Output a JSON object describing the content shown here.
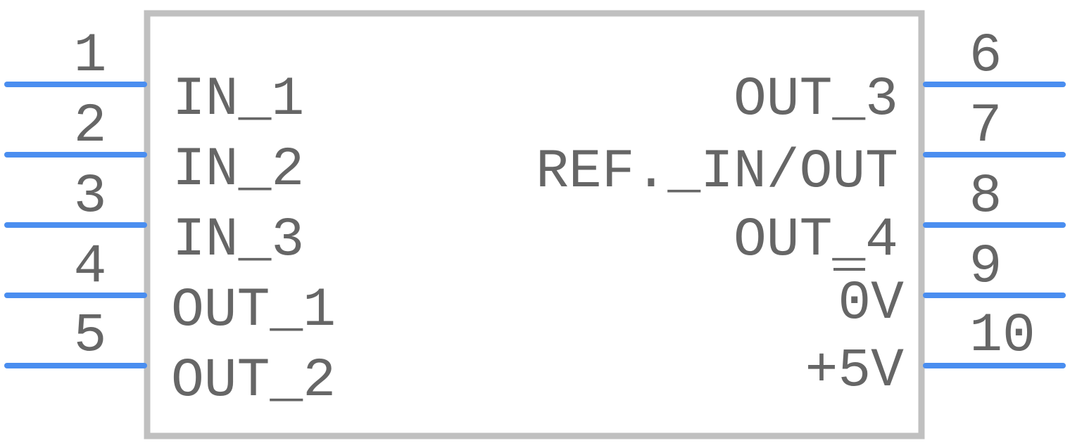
{
  "component": {
    "colors": {
      "pin": "#4a8ef0",
      "body_outline": "#c0c0c0",
      "text": "#666666",
      "background": "#ffffff"
    },
    "left_pins": [
      {
        "number": "1",
        "name": "IN_1"
      },
      {
        "number": "2",
        "name": "IN_2"
      },
      {
        "number": "3",
        "name": "IN_3"
      },
      {
        "number": "4",
        "name": "OUT_1"
      },
      {
        "number": "5",
        "name": "OUT_2"
      }
    ],
    "right_pins": [
      {
        "number": "6",
        "name": "OUT_3"
      },
      {
        "number": "7",
        "name": "REF._IN/OUT"
      },
      {
        "number": "8",
        "name": "OUT_4"
      },
      {
        "number": "9",
        "name": "0V"
      },
      {
        "number": "10",
        "name": "+5V"
      }
    ]
  }
}
